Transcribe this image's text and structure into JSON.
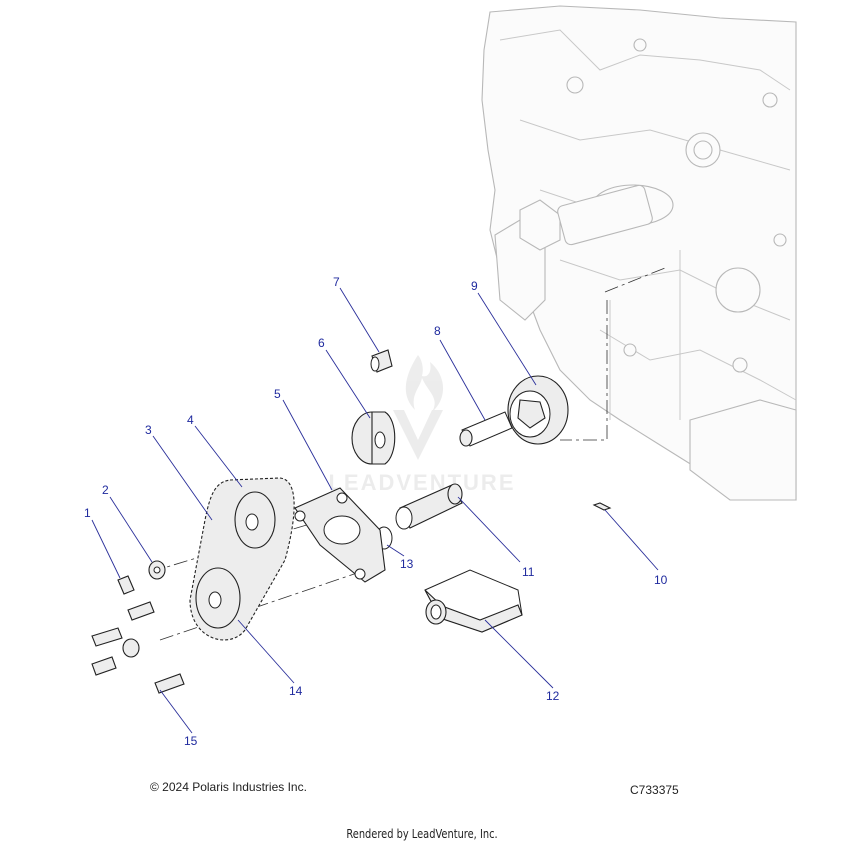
{
  "watermark": {
    "brand": "LEADVENTURE"
  },
  "callouts": [
    {
      "id": "1",
      "label": "1"
    },
    {
      "id": "2",
      "label": "2"
    },
    {
      "id": "3",
      "label": "3"
    },
    {
      "id": "4",
      "label": "4"
    },
    {
      "id": "5",
      "label": "5"
    },
    {
      "id": "6",
      "label": "6"
    },
    {
      "id": "7",
      "label": "7"
    },
    {
      "id": "8",
      "label": "8"
    },
    {
      "id": "9",
      "label": "9"
    },
    {
      "id": "10",
      "label": "10"
    },
    {
      "id": "11",
      "label": "11"
    },
    {
      "id": "12",
      "label": "12"
    },
    {
      "id": "13",
      "label": "13"
    },
    {
      "id": "14",
      "label": "14"
    },
    {
      "id": "15",
      "label": "15"
    }
  ],
  "footer": {
    "copyright": "© 2024 Polaris Industries Inc.",
    "drawing_number": "C733375",
    "rendered_by": "Rendered by LeadVenture, Inc."
  },
  "colors": {
    "callout": "#1f2a9e",
    "line": "#222222",
    "engine": "#b8b8b8"
  }
}
